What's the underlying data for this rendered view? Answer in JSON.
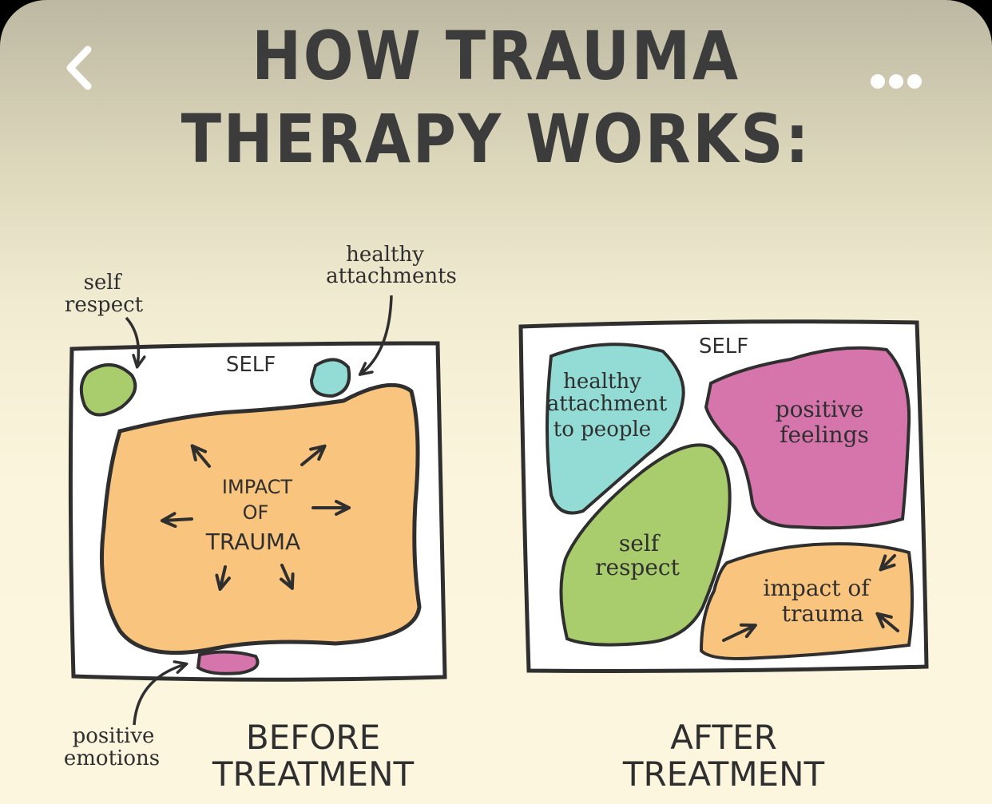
{
  "nav": {
    "back_icon": "chevron-left-icon",
    "more_icon": "more-horizontal-icon"
  },
  "title": {
    "line1": "HOW TRAUMA",
    "line2": "THERAPY WORKS:"
  },
  "before": {
    "box_label": "SELF",
    "center_label_1": "IMPACT",
    "center_label_2": "OF",
    "center_label_3": "TRAUMA",
    "callout_self_respect_1": "self",
    "callout_self_respect_2": "respect",
    "callout_attach_1": "healthy",
    "callout_attach_2": "attachments",
    "callout_emotions_1": "positive",
    "callout_emotions_2": "emotions",
    "caption_1": "BEFORE",
    "caption_2": "TREATMENT"
  },
  "after": {
    "box_label": "SELF",
    "attach_1": "healthy",
    "attach_2": "attachment",
    "attach_3": "to people",
    "feelings_1": "positive",
    "feelings_2": "feelings",
    "respect_1": "self",
    "respect_2": "respect",
    "trauma_1": "impact of",
    "trauma_2": "trauma",
    "caption_1": "AFTER",
    "caption_2": "TREATMENT"
  },
  "colors": {
    "ink": "#2f2f2f",
    "orange": "#f9c47d",
    "teal": "#93dcd6",
    "green": "#a9cd6c",
    "pink": "#d675ab"
  }
}
